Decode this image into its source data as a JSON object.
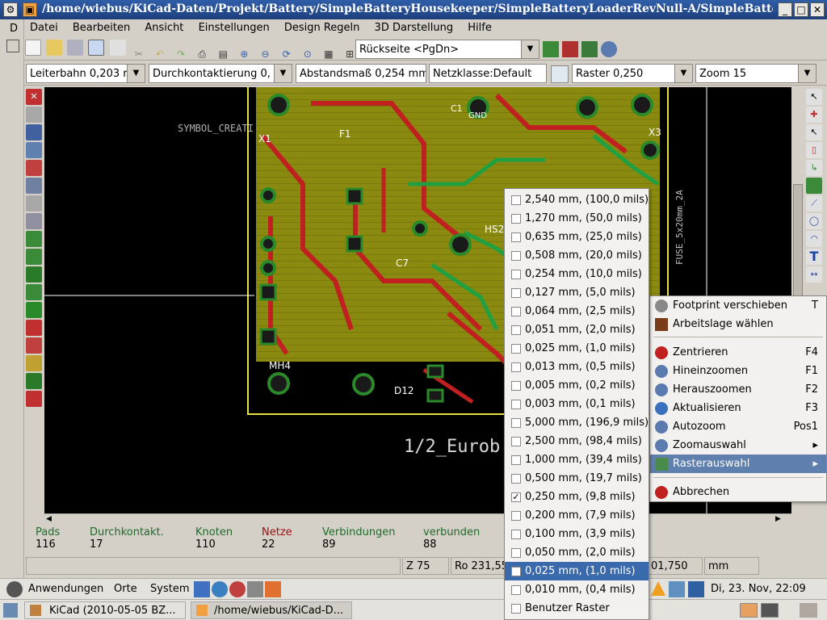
{
  "window": {
    "title": "/home/wiebus/KiCad-Daten/Projekt/Battery/SimpleBatteryHousekeeper/SimpleBatteryLoaderRevNull-A/SimpleBatteryLoade"
  },
  "menubar": [
    "Datei",
    "Bearbeiten",
    "Ansicht",
    "Einstellungen",
    "Design Regeln",
    "3D Darstellung",
    "Hilfe"
  ],
  "toolbar": {
    "layer_select": "Rückseite   <PgDn>"
  },
  "aux_toolbar": {
    "track": "Leiterbahn 0,203 r",
    "via": "Durchkontaktierung 0,",
    "clearance": "Abstandsmaß 0,254 mm",
    "netclass": "Netzklasse:Default",
    "grid": "Raster 0,250",
    "zoom": "Zoom 15"
  },
  "board_labels": {
    "big_text": "1/2_Eurob",
    "symbol_creation": "SYMBOL_CREATI",
    "mh4": "MH4",
    "x1": "X1",
    "x3": "X3",
    "f1": "F1",
    "c1": "C1",
    "c7": "C7",
    "hs2": "HS2",
    "gnd": "GND",
    "fuse": "FUSE_5x20mm_2A",
    "d12": "D12"
  },
  "stats": [
    {
      "label": "Pads",
      "value": "116",
      "color": "#1f6b2a"
    },
    {
      "label": "Durchkontakt.",
      "value": "17",
      "color": "#1f6b2a"
    },
    {
      "label": "Knoten",
      "value": "110",
      "color": "#1f6b2a"
    },
    {
      "label": "Netze",
      "value": "22",
      "color": "#a01010"
    },
    {
      "label": "Verbindungen",
      "value": "89",
      "color": "#1f6b2a"
    },
    {
      "label": "verbunden",
      "value": "88",
      "color": "#1f6b2a"
    }
  ],
  "statusbar": {
    "z": "Z 75",
    "ro": "Ro 231,55",
    "coord": "01,750",
    "unit": "mm"
  },
  "grid_menu": {
    "items": [
      {
        "label": "2,540 mm, (100,0 mils)",
        "checked": false
      },
      {
        "label": "1,270 mm, (50,0 mils)",
        "checked": false
      },
      {
        "label": "0,635 mm, (25,0 mils)",
        "checked": false
      },
      {
        "label": "0,508 mm, (20,0 mils)",
        "checked": false
      },
      {
        "label": "0,254 mm, (10,0 mils)",
        "checked": false
      },
      {
        "label": "0,127 mm, (5,0 mils)",
        "checked": false
      },
      {
        "label": "0,064 mm, (2,5 mils)",
        "checked": false
      },
      {
        "label": "0,051 mm, (2,0 mils)",
        "checked": false
      },
      {
        "label": "0,025 mm, (1,0 mils)",
        "checked": false
      },
      {
        "label": "0,013 mm, (0,5 mils)",
        "checked": false
      },
      {
        "label": "0,005 mm, (0,2 mils)",
        "checked": false
      },
      {
        "label": "0,003 mm, (0,1 mils)",
        "checked": false
      },
      {
        "label": "5,000 mm, (196,9 mils)",
        "checked": false
      },
      {
        "label": "2,500 mm, (98,4 mils)",
        "checked": false
      },
      {
        "label": "1,000 mm, (39,4 mils)",
        "checked": false
      },
      {
        "label": "0,500 mm, (19,7 mils)",
        "checked": false
      },
      {
        "label": "0,250 mm, (9,8 mils)",
        "checked": true
      },
      {
        "label": "0,200 mm, (7,9 mils)",
        "checked": false
      },
      {
        "label": "0,100 mm, (3,9 mils)",
        "checked": false
      },
      {
        "label": "0,050 mm, (2,0 mils)",
        "checked": false
      },
      {
        "label": "0,025 mm, (1,0 mils)",
        "checked": false
      },
      {
        "label": "0,010 mm, (0,4 mils)",
        "checked": false
      },
      {
        "label": "Benutzer Raster",
        "checked": false
      }
    ]
  },
  "context_menu": {
    "items": [
      {
        "label": "Footprint verschieben",
        "shortcut": "T",
        "icon": "move-footprint-icon",
        "color": "#444"
      },
      {
        "label": "Arbeitslage wählen",
        "shortcut": "",
        "icon": "layer-select-icon",
        "color": "#7a3d1a"
      },
      {
        "label": "Zentrieren",
        "shortcut": "F4",
        "icon": "center-icon",
        "color": "#c02020"
      },
      {
        "label": "Hineinzoomen",
        "shortcut": "F1",
        "icon": "zoom-in-icon",
        "color": "#5a7ab0"
      },
      {
        "label": "Herauszoomen",
        "shortcut": "F2",
        "icon": "zoom-out-icon",
        "color": "#5a7ab0"
      },
      {
        "label": "Aktualisieren",
        "shortcut": "F3",
        "icon": "refresh-icon",
        "color": "#3a70c0"
      },
      {
        "label": "Autozoom",
        "shortcut": "Pos1",
        "icon": "autozoom-icon",
        "color": "#5a7ab0"
      },
      {
        "label": "Zoomauswahl",
        "shortcut": "▸",
        "icon": "zoom-select-icon",
        "color": "#5a7ab0"
      },
      {
        "label": "Rasterauswahl",
        "shortcut": "▸",
        "icon": "grid-select-icon",
        "color": "#4a8a4a"
      },
      {
        "label": "Abbrechen",
        "shortcut": "",
        "icon": "cancel-icon",
        "color": "#c02020"
      }
    ]
  },
  "panel": {
    "apps": "Anwendungen",
    "places": "Orte",
    "system": "System",
    "datetime": "Di, 23. Nov, 22:09",
    "task1": "KiCad (2010-05-05 BZ...",
    "task2": "/home/wiebus/KiCad-D..."
  }
}
